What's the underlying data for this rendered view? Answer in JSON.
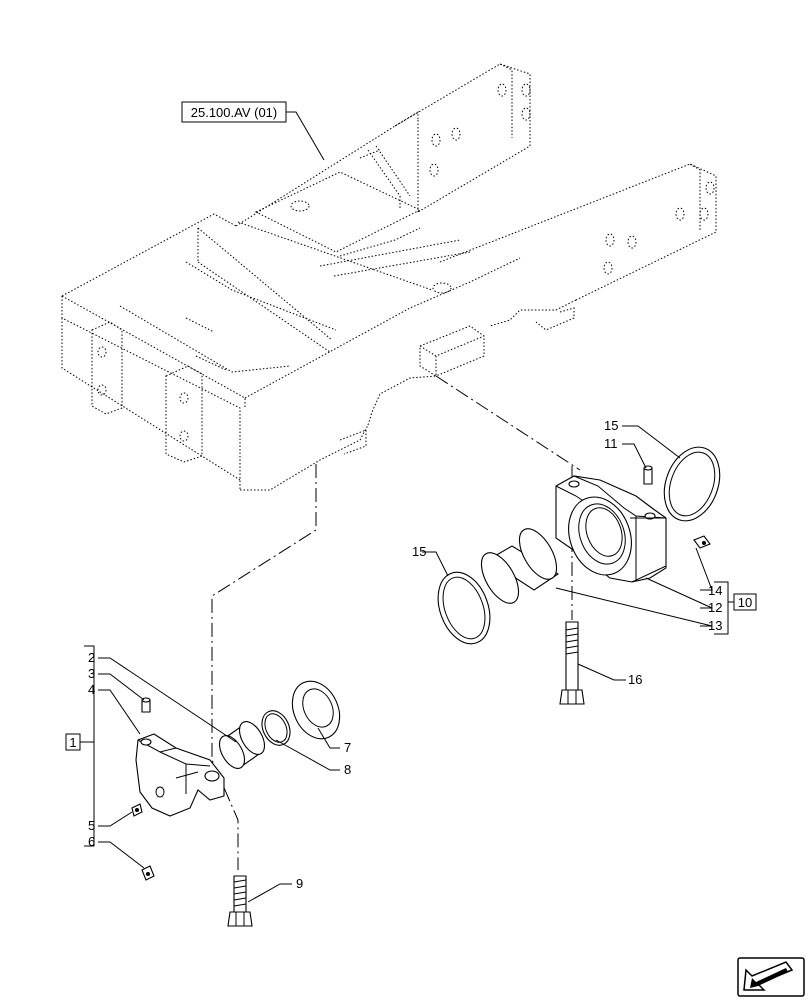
{
  "reference_label": "25.100.AV (01)",
  "callouts": {
    "c1": "1",
    "c2": "2",
    "c3": "3",
    "c4": "4",
    "c5": "5",
    "c6": "6",
    "c7": "7",
    "c8": "8",
    "c9": "9",
    "c10": "10",
    "c11": "11",
    "c12": "12",
    "c13": "13",
    "c14": "14",
    "c15a": "15",
    "c15b": "15",
    "c16": "16"
  },
  "nav_icon": "next-page-arrow-icon"
}
